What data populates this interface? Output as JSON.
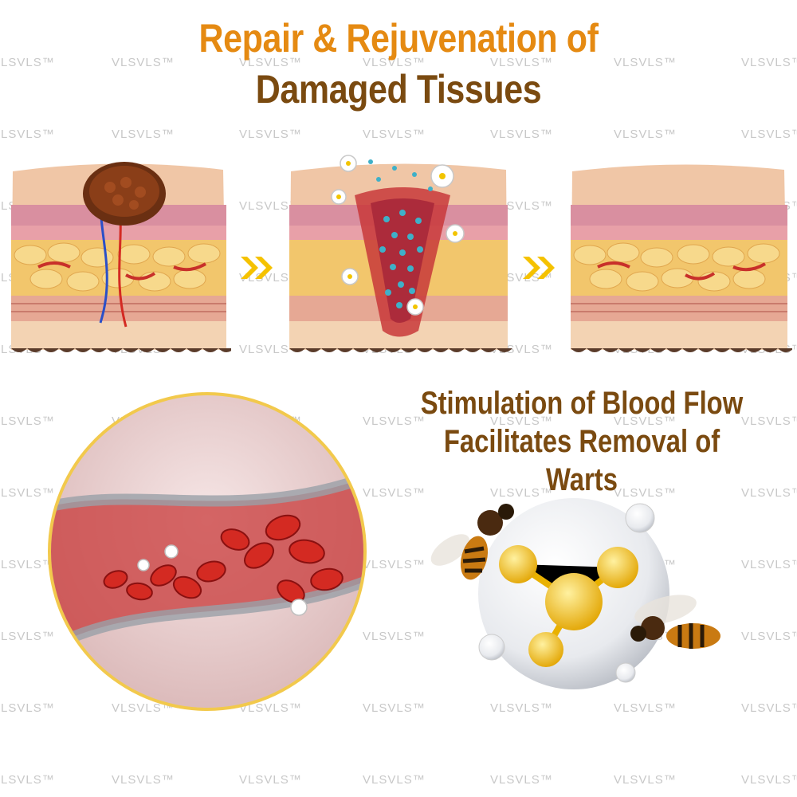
{
  "title": {
    "line1": "Repair & Rejuvenation of",
    "line2": "Damaged Tissues"
  },
  "subtitle": {
    "line1": "Stimulation of Blood Flow",
    "line2": "Facilitates Removal of Warts"
  },
  "watermark_text": "VLSVLS™",
  "colors": {
    "title_line1": "#e58a12",
    "title_line2": "#7a4a10",
    "subtitle": "#7a4a10",
    "chevron": "#f5c200",
    "circle_border": "#f2c94c",
    "watermark": "#c8c8c8"
  },
  "illustrations": {
    "panel_1": "skin-with-wart-icon",
    "panel_2": "skin-healing-icon",
    "panel_3": "healthy-skin-icon",
    "blood_vessel": "blood-vessel-icon",
    "bee_molecule": "bee-molecule-icon"
  }
}
